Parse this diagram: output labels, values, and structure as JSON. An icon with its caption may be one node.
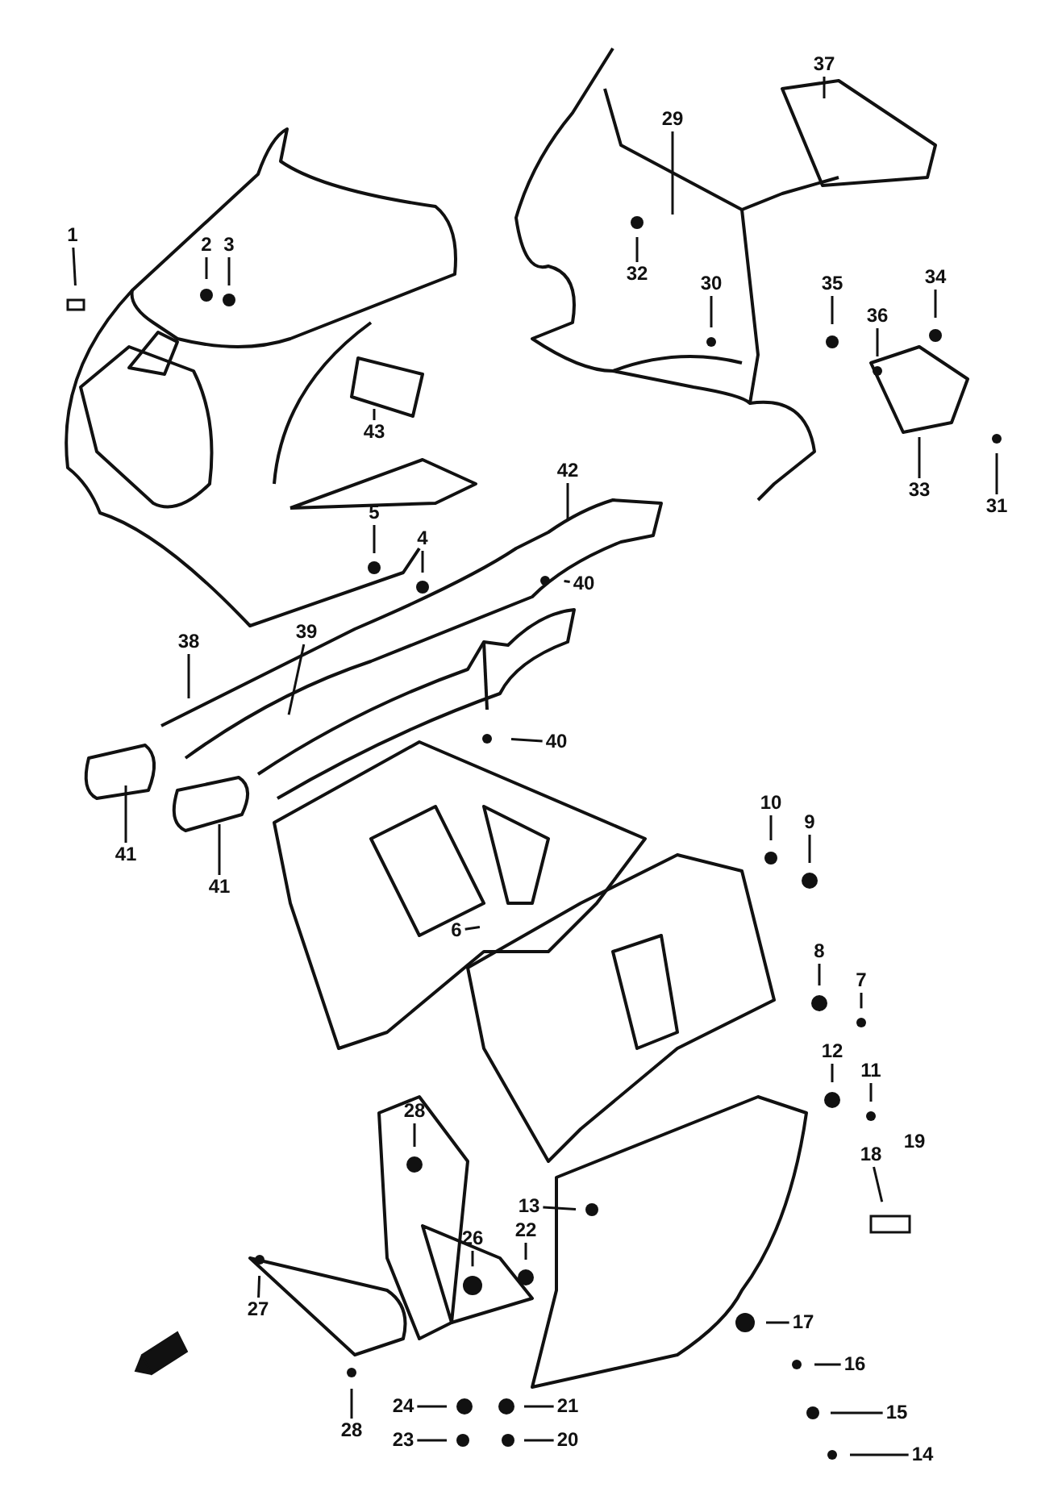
{
  "diagram": {
    "nodes": [
      {
        "text": [
          "1"
        ]
      },
      {
        "text": [
          "2"
        ]
      },
      {
        "text": [
          "3"
        ]
      },
      {
        "text": [
          "43"
        ]
      },
      {
        "text": [
          "5"
        ]
      },
      {
        "text": [
          "4"
        ]
      },
      {
        "text": [
          "42"
        ]
      },
      {
        "text": [
          "40"
        ]
      },
      {
        "text": [
          "38"
        ]
      },
      {
        "text": [
          "39"
        ]
      },
      {
        "text": [
          "40"
        ]
      },
      {
        "text": [
          "41"
        ]
      },
      {
        "text": [
          "41"
        ]
      },
      {
        "text": [
          "37"
        ]
      },
      {
        "text": [
          "29"
        ]
      },
      {
        "text": [
          "32"
        ]
      },
      {
        "text": [
          "30"
        ]
      },
      {
        "text": [
          "35"
        ]
      },
      {
        "text": [
          "36"
        ]
      },
      {
        "text": [
          "34"
        ]
      },
      {
        "text": [
          "33"
        ]
      },
      {
        "text": [
          "31"
        ]
      },
      {
        "text": [
          "10"
        ]
      },
      {
        "text": [
          "9"
        ]
      },
      {
        "text": [
          "6"
        ]
      },
      {
        "text": [
          "8"
        ]
      },
      {
        "text": [
          "7"
        ]
      },
      {
        "text": [
          "12"
        ]
      },
      {
        "text": [
          "11"
        ]
      },
      {
        "text": [
          "28"
        ]
      },
      {
        "text": [
          "18"
        ]
      },
      {
        "text": [
          "13"
        ]
      },
      {
        "text": [
          "26"
        ]
      },
      {
        "text": [
          "22"
        ]
      },
      {
        "text": [
          "27"
        ]
      },
      {
        "text": [
          "28"
        ]
      },
      {
        "text": [
          "24"
        ]
      },
      {
        "text": [
          "23"
        ]
      },
      {
        "text": [
          "21"
        ]
      },
      {
        "text": [
          "20"
        ]
      },
      {
        "text": [
          "17"
        ]
      },
      {
        "text": [
          "16"
        ]
      },
      {
        "text": [
          "15"
        ]
      },
      {
        "text": [
          "14"
        ]
      }
    ],
    "edges": [
      {
        "from": 0,
        "to": null,
        "arrow": "none"
      },
      {
        "from": 1,
        "to": null,
        "arrow": "none"
      },
      {
        "from": 2,
        "to": null,
        "arrow": "none"
      },
      {
        "from": 3,
        "to": null,
        "arrow": "none"
      },
      {
        "from": 4,
        "to": null,
        "arrow": "none"
      },
      {
        "from": 5,
        "to": null,
        "arrow": "none"
      },
      {
        "from": 6,
        "to": null,
        "arrow": "none"
      },
      {
        "from": 7,
        "to": null,
        "arrow": "none"
      },
      {
        "from": 8,
        "to": null,
        "arrow": "none"
      },
      {
        "from": 9,
        "to": null,
        "arrow": "none"
      },
      {
        "from": 10,
        "to": null,
        "arrow": "none"
      },
      {
        "from": 11,
        "to": null,
        "arrow": "none"
      },
      {
        "from": 12,
        "to": null,
        "arrow": "none"
      },
      {
        "from": 13,
        "to": null,
        "arrow": "none"
      },
      {
        "from": 14,
        "to": null,
        "arrow": "none"
      },
      {
        "from": 15,
        "to": null,
        "arrow": "none"
      },
      {
        "from": 16,
        "to": null,
        "arrow": "none"
      },
      {
        "from": 17,
        "to": null,
        "arrow": "none"
      },
      {
        "from": 18,
        "to": null,
        "arrow": "none"
      },
      {
        "from": 19,
        "to": null,
        "arrow": "none"
      },
      {
        "from": 20,
        "to": null,
        "arrow": "none"
      },
      {
        "from": 21,
        "to": null,
        "arrow": "none"
      },
      {
        "from": 22,
        "to": null,
        "arrow": "none"
      },
      {
        "from": 23,
        "to": null,
        "arrow": "none"
      },
      {
        "from": 24,
        "to": null,
        "arrow": "none"
      },
      {
        "from": 25,
        "to": null,
        "arrow": "none"
      },
      {
        "from": 26,
        "to": null,
        "arrow": "none"
      },
      {
        "from": 27,
        "to": null,
        "arrow": "none"
      },
      {
        "from": 28,
        "to": null,
        "arrow": "none"
      },
      {
        "from": 29,
        "to": null,
        "arrow": "none"
      },
      {
        "from": 30,
        "to": null,
        "arrow": "none"
      },
      {
        "from": 31,
        "to": null,
        "arrow": "none"
      },
      {
        "from": 32,
        "to": null,
        "arrow": "none"
      },
      {
        "from": 33,
        "to": null,
        "arrow": "none"
      },
      {
        "from": 34,
        "to": null,
        "arrow": "none"
      },
      {
        "from": 35,
        "to": null,
        "arrow": "none"
      },
      {
        "from": 36,
        "to": null,
        "arrow": "none"
      },
      {
        "from": 37,
        "to": null,
        "arrow": "none"
      },
      {
        "from": 38,
        "to": null,
        "arrow": "none"
      },
      {
        "from": 39,
        "to": null,
        "arrow": "none"
      },
      {
        "from": 40,
        "to": null,
        "arrow": "none"
      },
      {
        "from": 41,
        "to": null,
        "arrow": "none"
      },
      {
        "from": 42,
        "to": null,
        "arrow": "none"
      },
      {
        "from": 43,
        "to": null,
        "arrow": "none"
      }
    ],
    "labels": [
      "19"
    ]
  }
}
